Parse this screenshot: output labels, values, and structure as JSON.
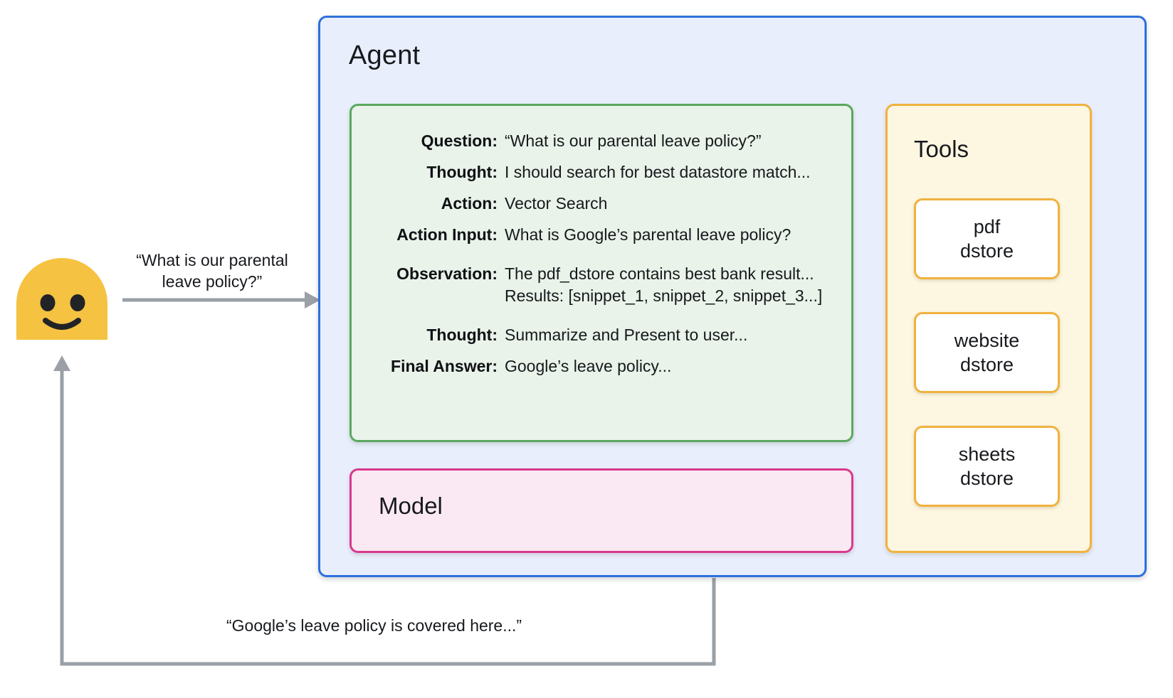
{
  "agent": {
    "title": "Agent",
    "border_color": "#2f6fdd",
    "fill_color": "#e8eefb"
  },
  "trace": {
    "border_color": "#5ba85e",
    "fill_color": "#e9f3e9",
    "rows": [
      {
        "label": "Question:",
        "value": "“What is our parental leave policy?”"
      },
      {
        "label": "Thought:",
        "value": "I should search for best datastore match..."
      },
      {
        "label": "Action:",
        "value": "Vector Search"
      },
      {
        "label": "Action Input:",
        "value": "What is Google’s parental leave policy?"
      },
      {
        "label": "Observation:",
        "value": "The pdf_dstore contains best bank result...\nResults: [snippet_1, snippet_2, snippet_3...]"
      },
      {
        "label": "Thought:",
        "value": "Summarize and Present to user..."
      },
      {
        "label": "Final Answer:",
        "value": "Google’s leave policy..."
      }
    ]
  },
  "model": {
    "title": "Model",
    "border_color": "#d8398c",
    "fill_color": "#fae9f2"
  },
  "tools": {
    "title": "Tools",
    "border_color": "#f0b23f",
    "fill_color": "#fdf6e1",
    "cards": [
      {
        "label": "pdf\ndstore"
      },
      {
        "label": "website\ndstore"
      },
      {
        "label": "sheets\ndstore"
      }
    ]
  },
  "user": {
    "avatar_color": "#f5c242",
    "avatar_name": "user-avatar",
    "request_label": "“What is our parental\nleave policy?”",
    "response_label": "“Google’s leave policy is covered here...”"
  },
  "connectors": {
    "arrow_color": "#9aa0a6",
    "dot_color": "#9aa0a6"
  }
}
